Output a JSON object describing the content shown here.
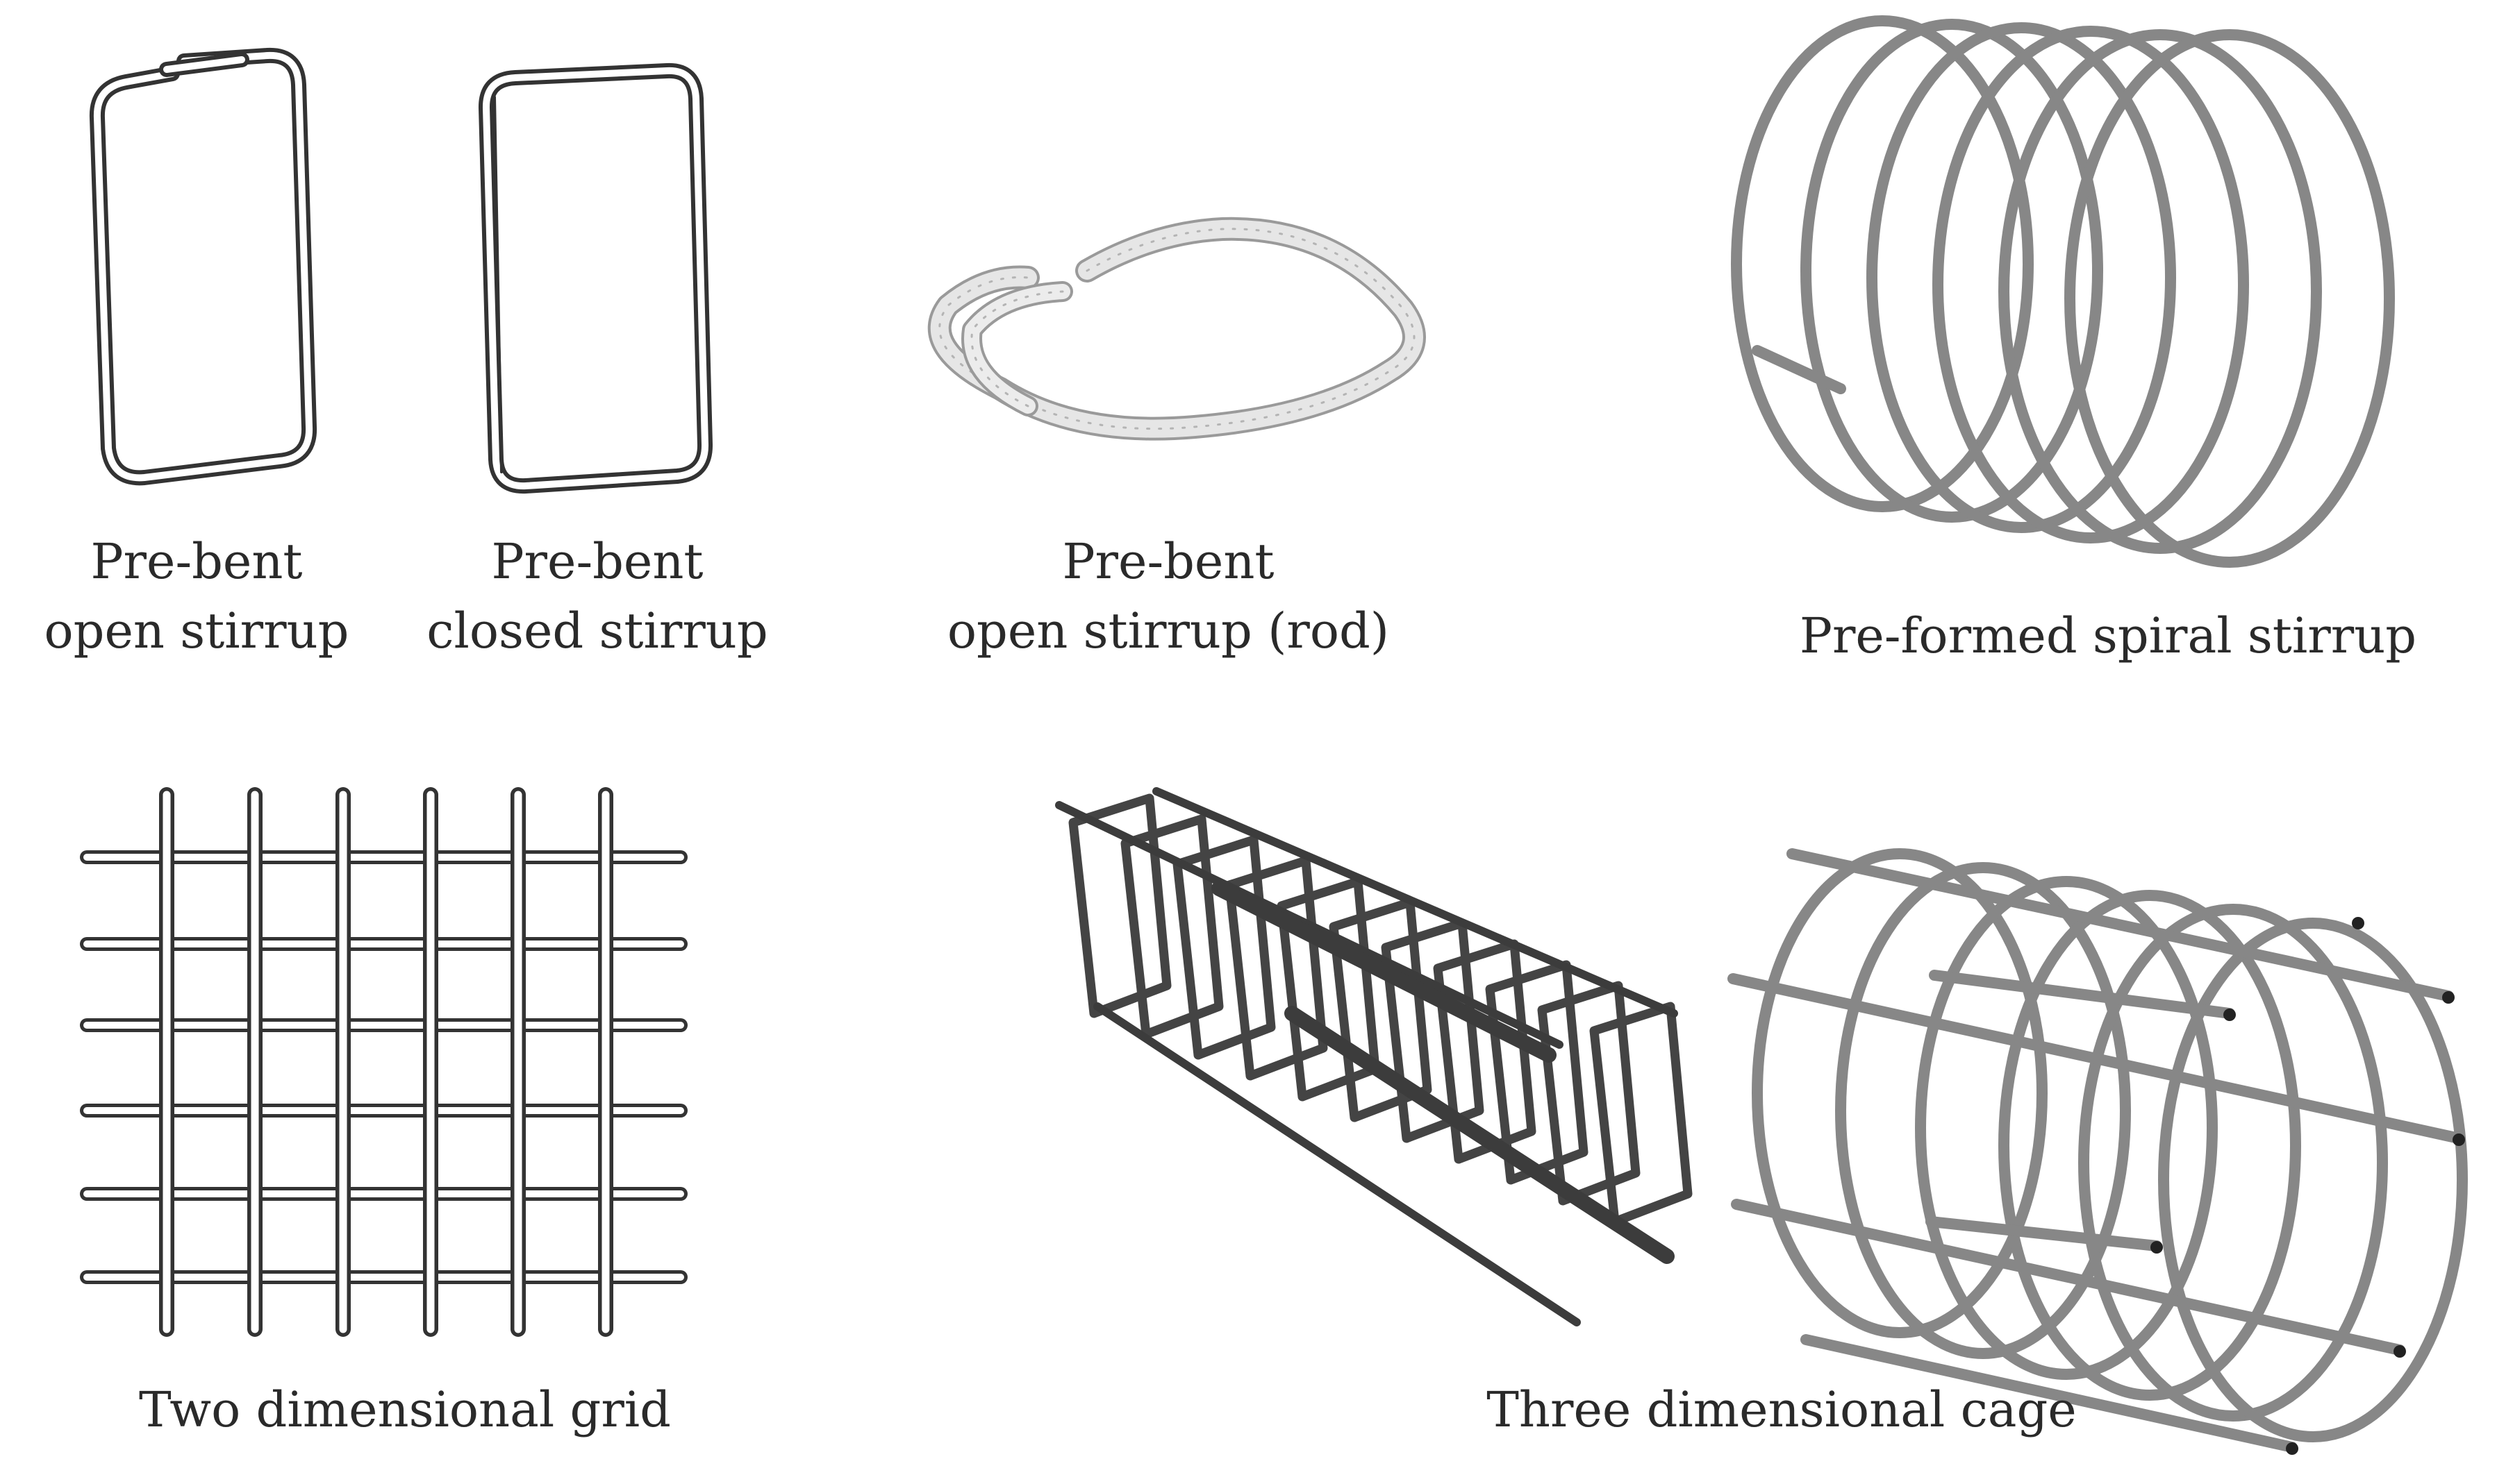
{
  "items": [
    {
      "name": "pre-bent-open-stirrup",
      "label_lines": [
        "Pre-bent",
        "open stirrup"
      ]
    },
    {
      "name": "pre-bent-closed-stirrup",
      "label_lines": [
        "Pre-bent",
        "closed stirrup"
      ]
    },
    {
      "name": "pre-bent-open-stirrup-rod",
      "label_lines": [
        "Pre-bent",
        "open stirrup (rod)"
      ]
    },
    {
      "name": "pre-formed-spiral-stirrup",
      "label_lines": [
        "Pre-formed spiral stirrup"
      ]
    },
    {
      "name": "two-dimensional-grid",
      "label_lines": [
        "Two dimensional grid"
      ]
    },
    {
      "name": "three-dimensional-cage",
      "label_lines": [
        "Three dimensional cage"
      ]
    }
  ],
  "colors": {
    "background": "#ffffff",
    "text": "#2a2a2a",
    "dark_rod": "#3c3c3c",
    "grey_rod": "#878787",
    "light_rod": "#e4e4e4",
    "rod_outline": "#333333"
  }
}
